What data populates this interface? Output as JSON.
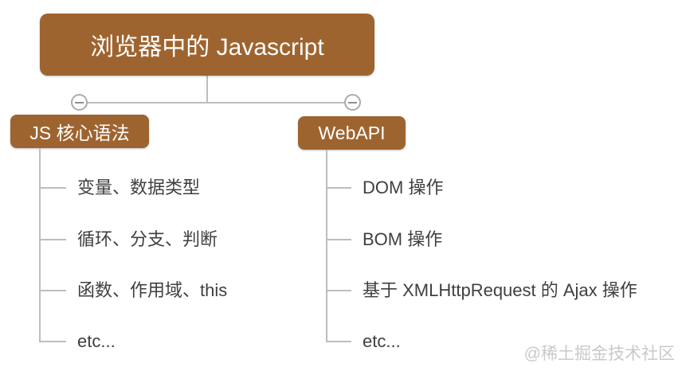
{
  "root": {
    "label": "浏览器中的 Javascript"
  },
  "branches": [
    {
      "label": "JS 核心语法",
      "children": [
        "变量、数据类型",
        "循环、分支、判断",
        "函数、作用域、this",
        "etc..."
      ]
    },
    {
      "label": "WebAPI",
      "children": [
        "DOM 操作",
        "BOM 操作",
        "基于 XMLHttpRequest 的 Ajax 操作",
        "etc..."
      ]
    }
  ],
  "watermark": "@稀土掘金技术社区",
  "colors": {
    "node_fill": "#9e6430",
    "node_text": "#ffffff",
    "connector": "#bdbdbd",
    "child_text": "#3f3f3f",
    "watermark": "#c9c9c9"
  }
}
